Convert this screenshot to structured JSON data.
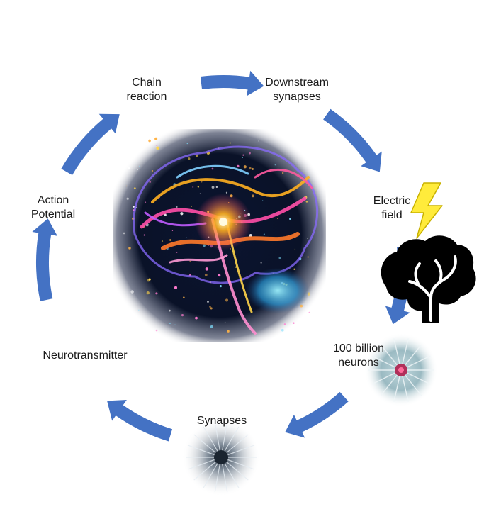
{
  "cycle_steps": [
    {
      "lines": [
        "Chain",
        "reaction"
      ]
    },
    {
      "lines": [
        "Downstream",
        "synapses"
      ]
    },
    {
      "lines": [
        "Electric",
        "field"
      ]
    },
    {
      "lines": [
        "100 billion",
        "neurons"
      ]
    },
    {
      "lines": [
        "Synapses"
      ]
    },
    {
      "lines": [
        "Neurotransmitter"
      ]
    },
    {
      "lines": [
        "Action",
        "Potential"
      ]
    }
  ],
  "colors": {
    "arrow": "#4472c4",
    "lightning": "#ffeb3b",
    "lightning_outline": "#c9b200",
    "brain_icon": "#000000"
  },
  "icons": {
    "center": "glowing-brain-illustration",
    "lightning": "lightning-bolt-icon",
    "head": "brain-tree-icon",
    "neuron": "neuron-cell-image",
    "synapse": "synapse-cell-image"
  }
}
